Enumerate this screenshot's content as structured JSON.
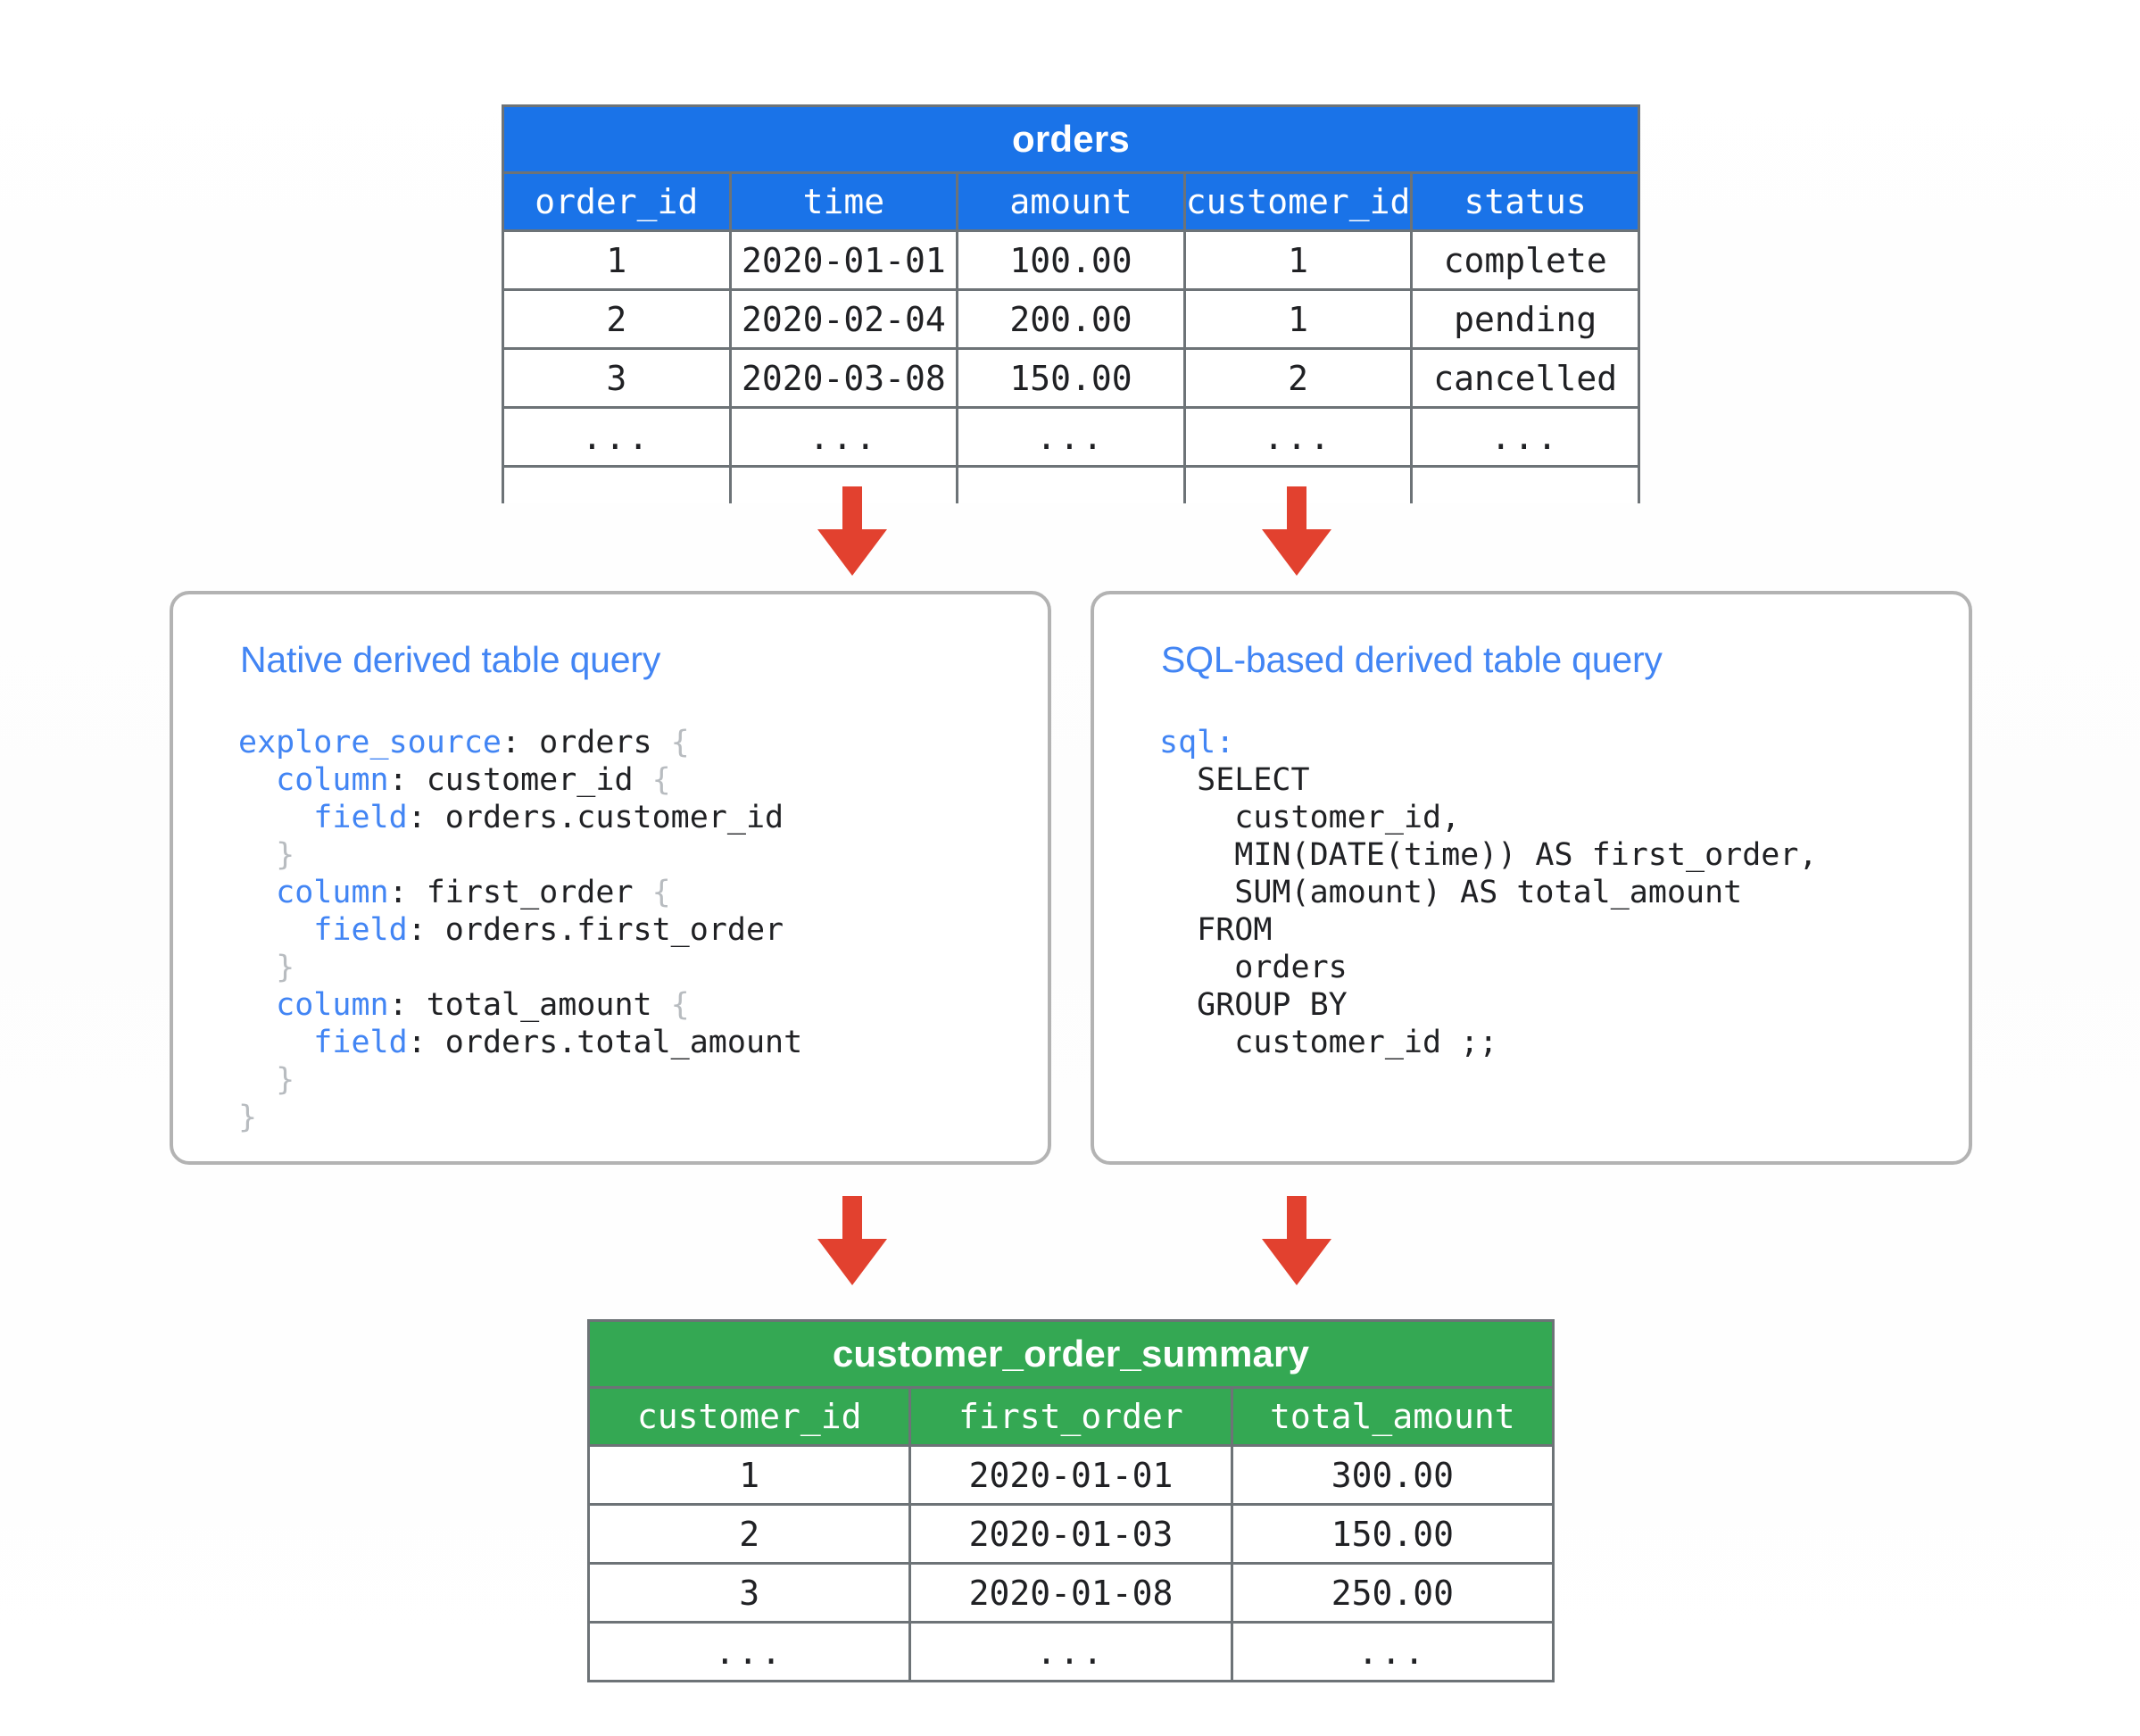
{
  "source_table": {
    "name": "orders",
    "accent_color": "#1a73e8",
    "columns": [
      "order_id",
      "time",
      "amount",
      "customer_id",
      "status"
    ],
    "rows": [
      [
        "1",
        "2020-01-01",
        "100.00",
        "1",
        "complete"
      ],
      [
        "2",
        "2020-02-04",
        "200.00",
        "1",
        "pending"
      ],
      [
        "3",
        "2020-03-08",
        "150.00",
        "2",
        "cancelled"
      ],
      [
        "...",
        "...",
        "...",
        "...",
        "..."
      ]
    ],
    "has_truncated_row": true
  },
  "result_table": {
    "name": "customer_order_summary",
    "accent_color": "#34a853",
    "columns": [
      "customer_id",
      "first_order",
      "total_amount"
    ],
    "rows": [
      [
        "1",
        "2020-01-01",
        "300.00"
      ],
      [
        "2",
        "2020-01-03",
        "150.00"
      ],
      [
        "3",
        "2020-01-08",
        "250.00"
      ],
      [
        "...",
        "...",
        "..."
      ]
    ]
  },
  "panels": [
    {
      "id": "native",
      "title": "Native derived table query",
      "title_color": "#4285f4",
      "code_lines": [
        [
          {
            "t": "explore_source",
            "c": "kw"
          },
          {
            "t": ": orders ",
            "c": ""
          },
          {
            "t": "{",
            "c": "brace"
          }
        ],
        [
          {
            "t": "  ",
            "c": ""
          },
          {
            "t": "column",
            "c": "kw"
          },
          {
            "t": ": customer_id ",
            "c": ""
          },
          {
            "t": "{",
            "c": "brace"
          }
        ],
        [
          {
            "t": "    ",
            "c": ""
          },
          {
            "t": "field",
            "c": "kw"
          },
          {
            "t": ": orders.customer_id",
            "c": ""
          }
        ],
        [
          {
            "t": "  ",
            "c": ""
          },
          {
            "t": "}",
            "c": "brace"
          }
        ],
        [
          {
            "t": "  ",
            "c": ""
          },
          {
            "t": "column",
            "c": "kw"
          },
          {
            "t": ": first_order ",
            "c": ""
          },
          {
            "t": "{",
            "c": "brace"
          }
        ],
        [
          {
            "t": "    ",
            "c": ""
          },
          {
            "t": "field",
            "c": "kw"
          },
          {
            "t": ": orders.first_order",
            "c": ""
          }
        ],
        [
          {
            "t": "  ",
            "c": ""
          },
          {
            "t": "}",
            "c": "brace"
          }
        ],
        [
          {
            "t": "  ",
            "c": ""
          },
          {
            "t": "column",
            "c": "kw"
          },
          {
            "t": ": total_amount ",
            "c": ""
          },
          {
            "t": "{",
            "c": "brace"
          }
        ],
        [
          {
            "t": "    ",
            "c": ""
          },
          {
            "t": "field",
            "c": "kw"
          },
          {
            "t": ": orders.total_amount",
            "c": ""
          }
        ],
        [
          {
            "t": "  ",
            "c": ""
          },
          {
            "t": "}",
            "c": "brace"
          }
        ],
        [
          {
            "t": "}",
            "c": "brace"
          }
        ]
      ]
    },
    {
      "id": "sql",
      "title": "SQL-based derived table query",
      "title_color": "#4285f4",
      "code_lines": [
        [
          {
            "t": "sql",
            "c": "kw"
          },
          {
            "t": ":",
            "c": "kw"
          }
        ],
        [
          {
            "t": "  SELECT",
            "c": ""
          }
        ],
        [
          {
            "t": "    customer_id,",
            "c": ""
          }
        ],
        [
          {
            "t": "    MIN(DATE(time)) AS first_order,",
            "c": ""
          }
        ],
        [
          {
            "t": "    SUM(amount) AS total_amount",
            "c": ""
          }
        ],
        [
          {
            "t": "  FROM",
            "c": ""
          }
        ],
        [
          {
            "t": "    orders",
            "c": ""
          }
        ],
        [
          {
            "t": "  GROUP BY",
            "c": ""
          }
        ],
        [
          {
            "t": "    customer_id ;;",
            "c": ""
          }
        ]
      ]
    }
  ],
  "arrows": {
    "color": "#e2412f",
    "items": [
      {
        "name": "arrow-orders-to-native",
        "direction": "down"
      },
      {
        "name": "arrow-orders-to-sql",
        "direction": "down"
      },
      {
        "name": "arrow-native-to-summary",
        "direction": "down"
      },
      {
        "name": "arrow-sql-to-summary",
        "direction": "down"
      }
    ]
  }
}
